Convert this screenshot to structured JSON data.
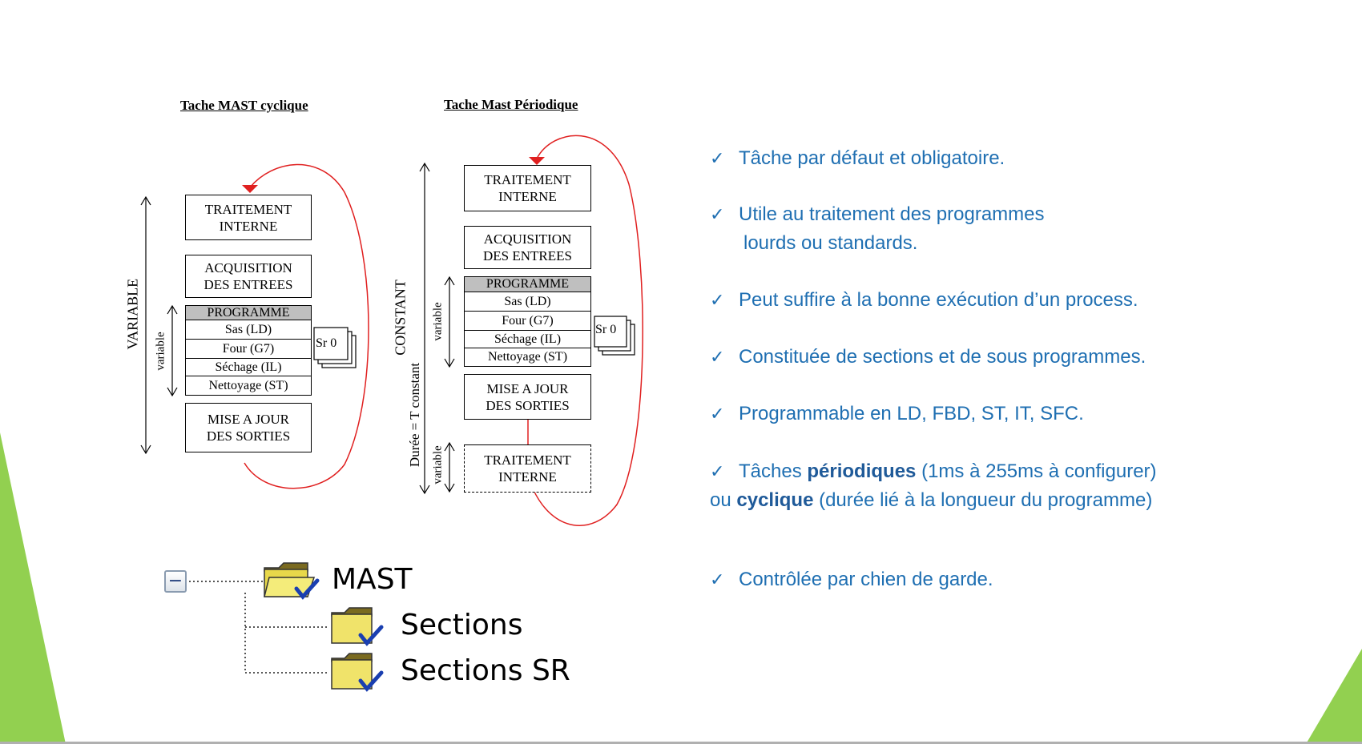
{
  "diagram_left": {
    "title": "Tache MAST cyclique",
    "box1": "TRAITEMENT\nINTERNE",
    "box2": "ACQUISITION\nDES ENTREES",
    "prog_header": "PROGRAMME",
    "rows": [
      "Sas (LD)",
      "Four (G7)",
      "Séchage (IL)",
      "Nettoyage (ST)"
    ],
    "box3": "MISE A JOUR\nDES SORTIES",
    "outer_label": "VARIABLE",
    "inner_label": "variable",
    "sr": "Sr 0"
  },
  "diagram_right": {
    "title": "Tache Mast Périodique",
    "box1": "TRAITEMENT\nINTERNE",
    "box2": "ACQUISITION\nDES ENTREES",
    "prog_header": "PROGRAMME",
    "rows": [
      "Sas (LD)",
      "Four (G7)",
      "Séchage (IL)",
      "Nettoyage (ST)"
    ],
    "box3": "MISE A JOUR\nDES SORTIES",
    "box4": "TRAITEMENT\nINTERNE",
    "outer_label": "CONSTANT",
    "duration_label": "Durée = T constant",
    "inner_label": "variable",
    "inner_label2": "variable",
    "sr": "Sr 0"
  },
  "bullets": {
    "b1": "Tâche par défaut et obligatoire.",
    "b2_line1": "Utile au traitement des programmes",
    "b2_line2": "lourds ou standards.",
    "b3": "Peut suffire à la bonne exécution d’un process.",
    "b4": "Constituée de sections et de sous programmes.",
    "b5": "Programmable en LD, FBD, ST, IT, SFC.",
    "b6_pre": "Tâches ",
    "b6_bold": "périodiques",
    "b6_post": " (1ms à 255ms à configurer)",
    "b6_line2_pre": "ou ",
    "b6_line2_bold": "cyclique",
    "b6_line2_post": " (durée lié à la longueur du programme)",
    "b7": "Contrôlée par chien de garde.",
    "check": "✓"
  },
  "tree": {
    "root": "MAST",
    "child1": "Sections",
    "child2": "Sections SR",
    "expander": "−"
  },
  "colors": {
    "text_blue": "#1f6fb2",
    "accent_green": "#92d050",
    "loop_red": "#e02020"
  }
}
